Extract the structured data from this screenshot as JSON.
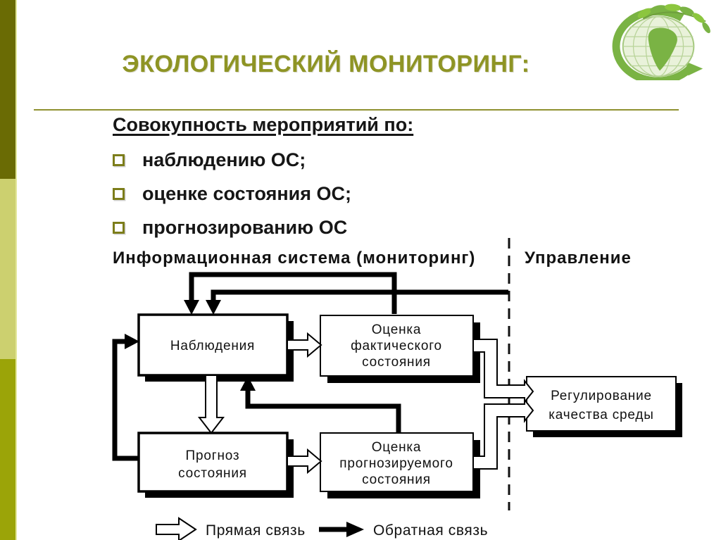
{
  "slide": {
    "title": "ЭКОЛОГИЧЕСКИЙ МОНИТОРИНГ:",
    "intro_heading": "Совокупность мероприятий по:",
    "bullets": [
      "наблюдению ОС;",
      "оценке состояния ОС;",
      "прогнозированию ОС"
    ]
  },
  "diagram": {
    "left_header": "Информационная система (мониторинг)",
    "right_header": "Управление",
    "boxes": {
      "observations": "Наблюдения",
      "actual_assessment": [
        "Оценка",
        "фактического",
        "состояния"
      ],
      "forecast": [
        "Прогноз",
        "состояния"
      ],
      "forecast_assessment": [
        "Оценка",
        "прогнозируемого",
        "состояния"
      ],
      "regulation": [
        "Регулирование",
        "качества среды"
      ]
    },
    "legend": {
      "direct": "Прямая связь",
      "feedback": "Обратная связь"
    }
  },
  "colors": {
    "title": "#8e9424",
    "sidebar_dark": "#6a6b04",
    "sidebar_light": "#ccd06f",
    "sidebar_mid": "#9ba408",
    "bullet_square": "#7c7d1a",
    "logo_green": "#7ab344"
  }
}
